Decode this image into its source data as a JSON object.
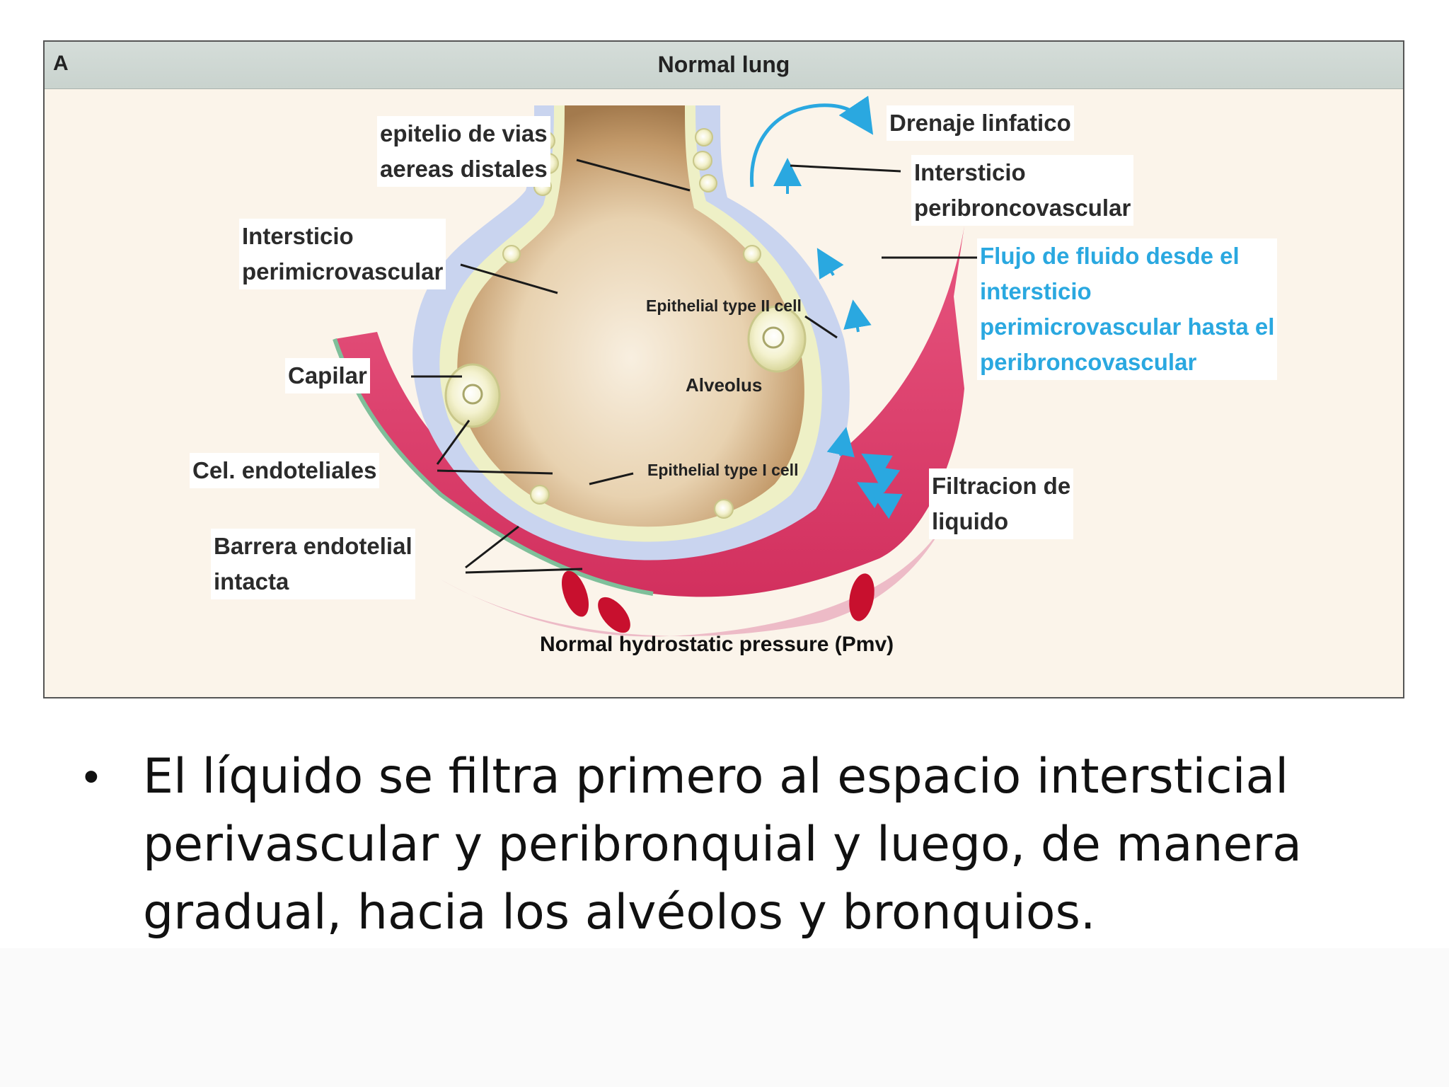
{
  "figure": {
    "panel_letter": "A",
    "title": "Normal lung",
    "labels": {
      "epitelio": "epitelio de vias\naereas distales",
      "intersticio_perimicro": "Intersticio\nperimicrovascular",
      "capilar": "Capilar",
      "cel_endoteliales": "Cel. endoteliales",
      "barrera": "Barrera endotelial\nintacta",
      "drenaje": "Drenaje linfatico",
      "intersticio_peribronco": "Intersticio\nperibroncovascular",
      "flujo": "Flujo de fluido desde el\nintersticio\nperimicrovascular hasta el\nperibroncovascular",
      "filtracion": "Filtracion de\nliquido"
    },
    "inner_labels": {
      "type2": "Epithelial type II cell",
      "alveolus": "Alveolus",
      "type1": "Epithelial type I cell"
    },
    "bottom_label": "Normal hydrostatic pressure (Pmv)",
    "colors": {
      "background": "#fbf4ea",
      "header": "#cfd8d3",
      "interstitium": "#c9d4ef",
      "epithelium": "#eef0c6",
      "alveolus_center": "#f6ecdc",
      "alveolus_edge": "#b18a5e",
      "capillary": "#de3f6e",
      "red_cell": "#c8102e",
      "flow_blue": "#2aa8e0",
      "label_text": "#2b2b2b"
    }
  },
  "bullet": {
    "symbol": "•",
    "text": "El líquido se filtra primero al espacio intersticial perivascular y peribronquial y luego, de manera gradual, hacia los alvéolos y bronquios."
  }
}
